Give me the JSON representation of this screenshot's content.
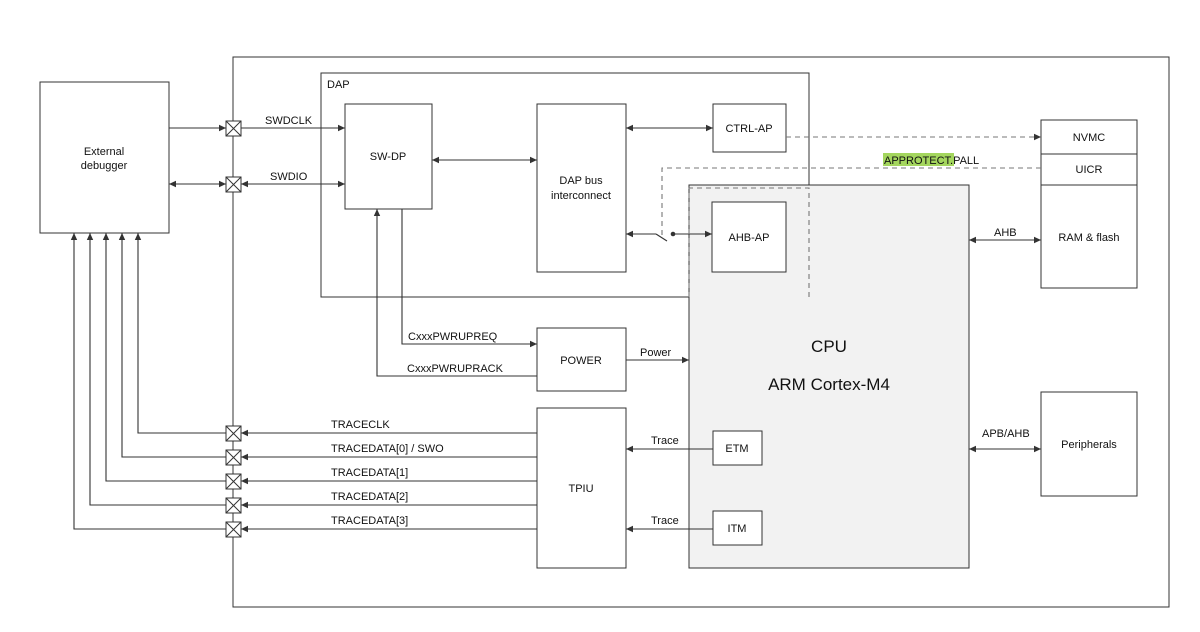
{
  "blocks": {
    "external_debugger_line1": "External",
    "external_debugger_line2": "debugger",
    "dap": "DAP",
    "sw_dp": "SW-DP",
    "dap_bus_line1": "DAP bus",
    "dap_bus_line2": "interconnect",
    "ctrl_ap": "CTRL-AP",
    "ahb_ap": "AHB-AP",
    "nvmc": "NVMC",
    "uicr": "UICR",
    "ram_flash": "RAM & flash",
    "power": "POWER",
    "tpiu": "TPIU",
    "etm": "ETM",
    "itm": "ITM",
    "cpu_line1": "CPU",
    "cpu_line2": "ARM Cortex-M4",
    "peripherals": "Peripherals"
  },
  "signals": {
    "swdclk": "SWDCLK",
    "swdio": "SWDIO",
    "approtect_highlight": "APPROTECT",
    "approtect_suffix": ".PALL",
    "ahb": "AHB",
    "apb_ahb": "APB/AHB",
    "cxxxpwrupreq": "CxxxPWRUPREQ",
    "cxxxpwrupack": "CxxxPWRUPRACK",
    "power": "Power",
    "traceclk": "TRACECLK",
    "tracedata0": "TRACEDATA[0] / SWO",
    "tracedata1": "TRACEDATA[1]",
    "tracedata2": "TRACEDATA[2]",
    "tracedata3": "TRACEDATA[3]",
    "trace_etm": "Trace",
    "trace_itm": "Trace"
  },
  "colors": {
    "highlight": "#a4d65e",
    "cpu_fill": "#f2f2f2"
  }
}
